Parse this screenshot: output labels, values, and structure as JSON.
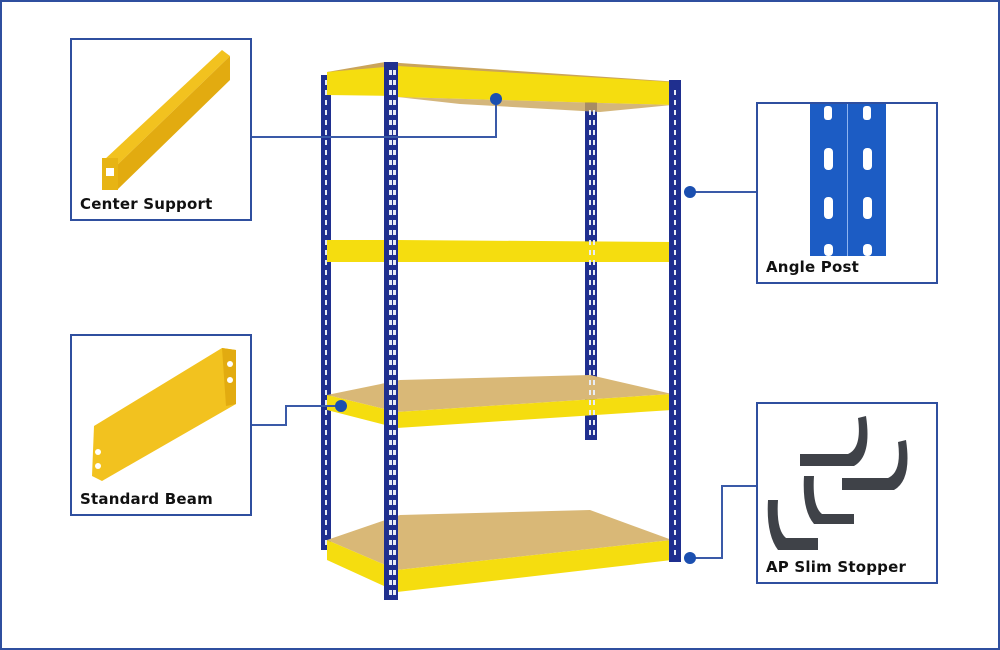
{
  "colors": {
    "frame": "#2f4f9f",
    "post_blue": "#1f2f8f",
    "beam_yellow": "#f5dd0f",
    "board_tan": "#d9b877",
    "dot_blue": "#1b4fb0",
    "part_yellow": "#f0c020",
    "angle_post_blue": "#1c5cc4",
    "stopper_gray": "#3f4248"
  },
  "parts": [
    {
      "id": "center-support",
      "label": "Center Support",
      "icon": "center-support-icon"
    },
    {
      "id": "standard-beam",
      "label": "Standard Beam",
      "icon": "standard-beam-icon"
    },
    {
      "id": "angle-post",
      "label": "Angle Post",
      "icon": "angle-post-icon"
    },
    {
      "id": "ap-slim-stopper",
      "label": "AP Slim Stopper",
      "icon": "slim-stopper-icon"
    }
  ],
  "shelving": {
    "shelves": 4
  }
}
